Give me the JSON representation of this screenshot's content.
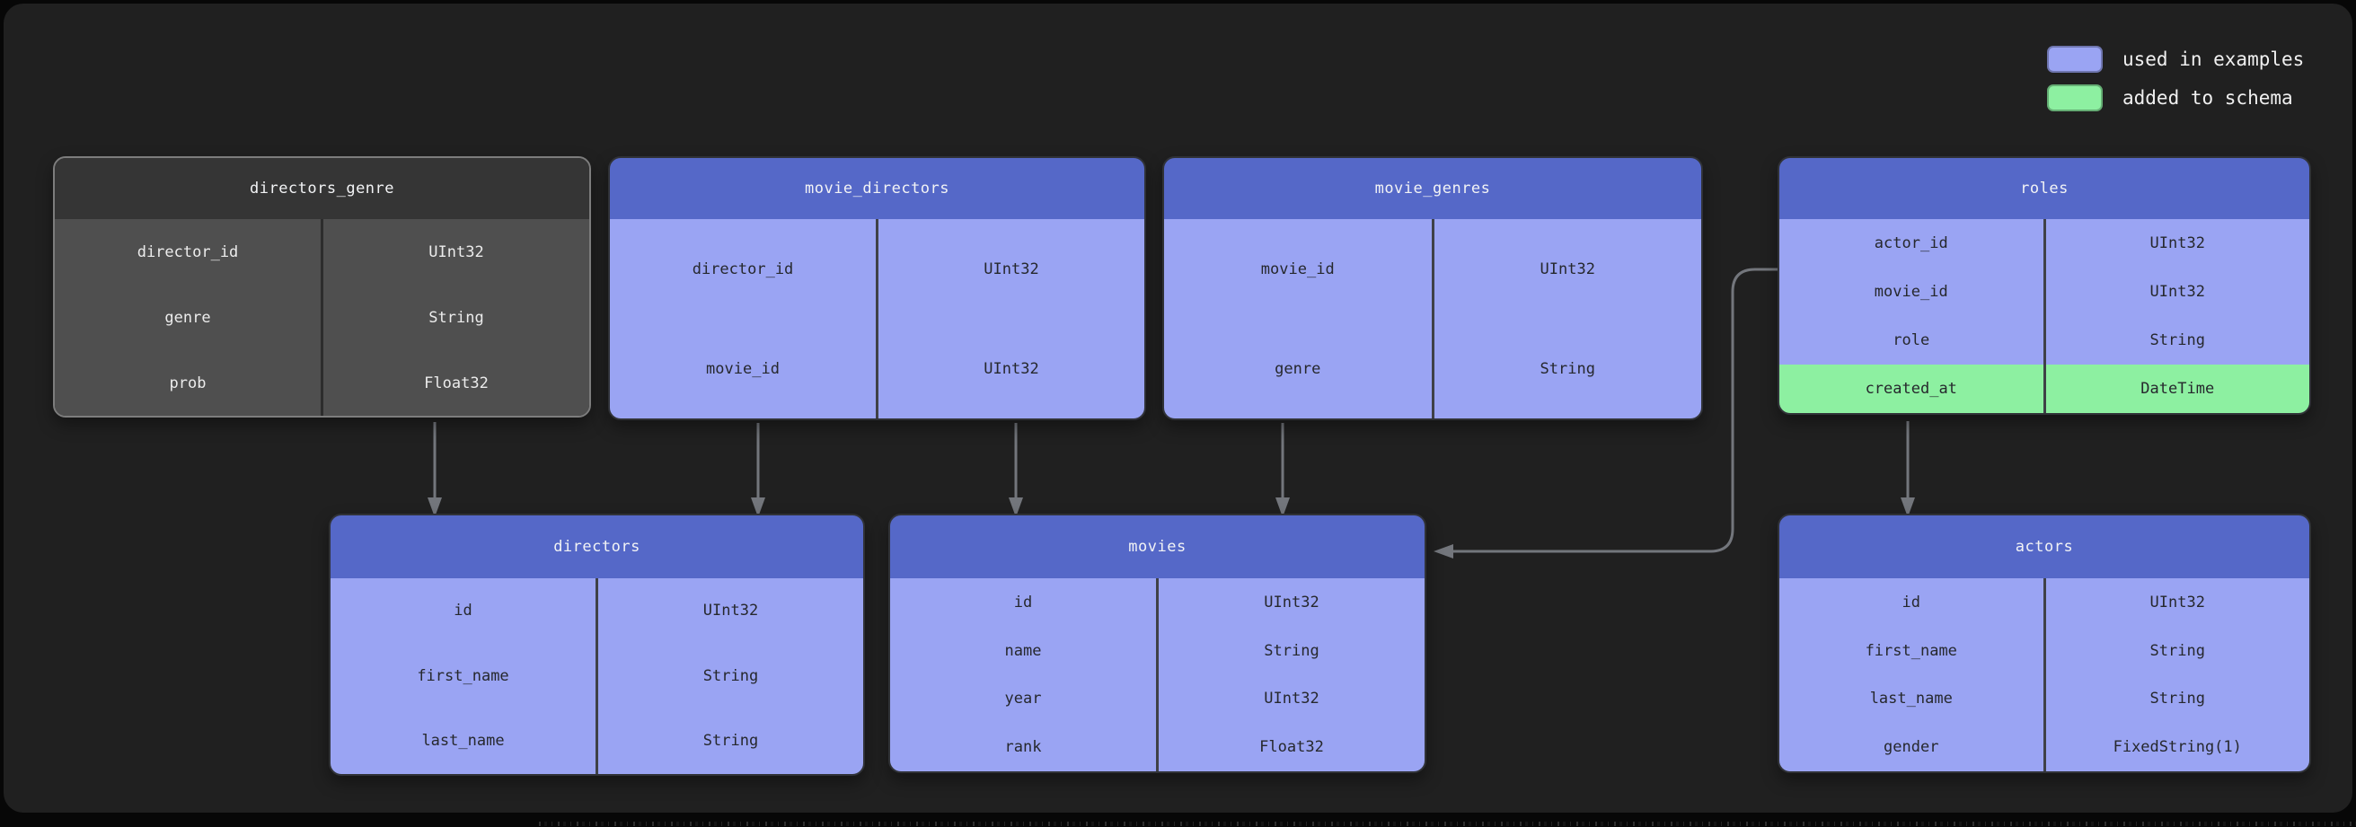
{
  "legend": {
    "items": [
      {
        "key": "used-in-examples",
        "label": "used in examples",
        "color": "#9aa4f3"
      },
      {
        "key": "added-to-schema",
        "label": "added to schema",
        "color": "#8df0a1"
      }
    ]
  },
  "tables": [
    {
      "id": "directors_genre",
      "name": "directors_genre",
      "theme": "dark",
      "rows": [
        {
          "field": "director_id",
          "type": "UInt32"
        },
        {
          "field": "genre",
          "type": "String"
        },
        {
          "field": "prob",
          "type": "Float32"
        }
      ]
    },
    {
      "id": "movie_directors",
      "name": "movie_directors",
      "theme": "blue",
      "rows": [
        {
          "field": "director_id",
          "type": "UInt32"
        },
        {
          "field": "movie_id",
          "type": "UInt32"
        }
      ]
    },
    {
      "id": "movie_genres",
      "name": "movie_genres",
      "theme": "blue",
      "rows": [
        {
          "field": "movie_id",
          "type": "UInt32"
        },
        {
          "field": "genre",
          "type": "String"
        }
      ]
    },
    {
      "id": "roles",
      "name": "roles",
      "theme": "blue",
      "rows": [
        {
          "field": "actor_id",
          "type": "UInt32"
        },
        {
          "field": "movie_id",
          "type": "UInt32"
        },
        {
          "field": "role",
          "type": "String"
        },
        {
          "field": "created_at",
          "type": "DateTime",
          "added": true
        }
      ]
    },
    {
      "id": "directors",
      "name": "directors",
      "theme": "blue",
      "rows": [
        {
          "field": "id",
          "type": "UInt32"
        },
        {
          "field": "first_name",
          "type": "String"
        },
        {
          "field": "last_name",
          "type": "String"
        }
      ]
    },
    {
      "id": "movies",
      "name": "movies",
      "theme": "blue",
      "rows": [
        {
          "field": "id",
          "type": "UInt32"
        },
        {
          "field": "name",
          "type": "String"
        },
        {
          "field": "year",
          "type": "UInt32"
        },
        {
          "field": "rank",
          "type": "Float32"
        }
      ]
    },
    {
      "id": "actors",
      "name": "actors",
      "theme": "blue",
      "rows": [
        {
          "field": "id",
          "type": "UInt32"
        },
        {
          "field": "first_name",
          "type": "String"
        },
        {
          "field": "last_name",
          "type": "String"
        },
        {
          "field": "gender",
          "type": "FixedString(1)"
        }
      ]
    }
  ],
  "connectors": [
    {
      "from": "directors_genre",
      "to": "directors"
    },
    {
      "from": "movie_directors",
      "to": "directors"
    },
    {
      "from": "movie_directors",
      "to": "movies"
    },
    {
      "from": "movie_genres",
      "to": "movies"
    },
    {
      "from": "roles",
      "to": "movies"
    },
    {
      "from": "roles",
      "to": "actors"
    }
  ],
  "colors": {
    "page_bg": "#070707",
    "panel_bg": "#202020",
    "table_header_blue": "#5568c8",
    "table_cell_blue": "#9aa4f3",
    "added_green": "#8df0a1",
    "dark_table_header": "#353535",
    "dark_table_cell": "#4f4f4f",
    "arrow": "#73767c",
    "text_light": "#f2f3f5",
    "text_dark": "#26282d"
  }
}
